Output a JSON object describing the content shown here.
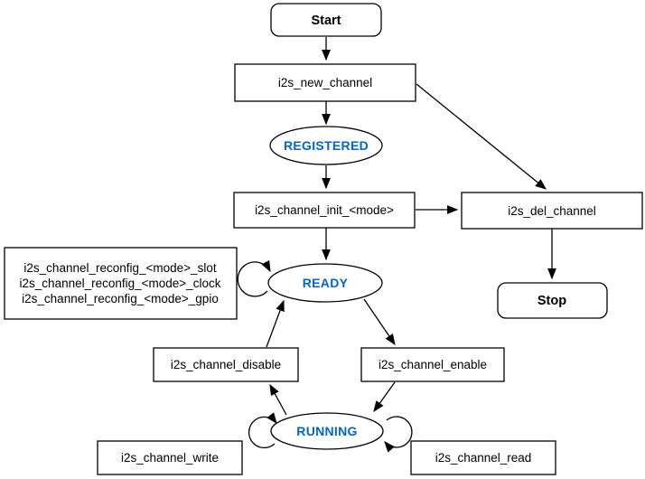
{
  "diagram": {
    "kind": "state-flowchart",
    "colors": {
      "background": "#FFFFFF",
      "node_fill": "#FFFFFF",
      "stroke": "#000000",
      "node_text": "#000000",
      "state_text": "#0066CC"
    },
    "nodes": {
      "start": {
        "label": "Start",
        "shape": "rounded-rect"
      },
      "new_channel": {
        "label": "i2s_new_channel",
        "shape": "rect"
      },
      "registered": {
        "label": "REGISTERED",
        "shape": "ellipse"
      },
      "init": {
        "label": "i2s_channel_init_<mode>",
        "shape": "rect"
      },
      "del": {
        "label": "i2s_del_channel",
        "shape": "rect"
      },
      "stop": {
        "label": "Stop",
        "shape": "rounded-rect"
      },
      "reconfig": {
        "lines": [
          "i2s_channel_reconfig_<mode>_slot",
          "i2s_channel_reconfig_<mode>_clock",
          "i2s_channel_reconfig_<mode>_gpio"
        ],
        "shape": "rect"
      },
      "ready": {
        "label": "READY",
        "shape": "ellipse"
      },
      "disable": {
        "label": "i2s_channel_disable",
        "shape": "rect"
      },
      "enable": {
        "label": "i2s_channel_enable",
        "shape": "rect"
      },
      "running": {
        "label": "RUNNING",
        "shape": "ellipse"
      },
      "write": {
        "label": "i2s_channel_write",
        "shape": "rect"
      },
      "read": {
        "label": "i2s_channel_read",
        "shape": "rect"
      }
    },
    "edges": [
      {
        "from": "start",
        "to": "new_channel"
      },
      {
        "from": "new_channel",
        "to": "registered"
      },
      {
        "from": "registered",
        "to": "init"
      },
      {
        "from": "init",
        "to": "ready"
      },
      {
        "from": "init",
        "to": "del"
      },
      {
        "from": "new_channel",
        "to": "del"
      },
      {
        "from": "del",
        "to": "stop"
      },
      {
        "from": "disable",
        "to": "ready"
      },
      {
        "from": "ready",
        "to": "enable"
      },
      {
        "from": "running",
        "to": "disable"
      },
      {
        "from": "enable",
        "to": "running"
      },
      {
        "from": "ready",
        "to": "ready",
        "type": "self-loop"
      },
      {
        "from": "running",
        "to": "running",
        "type": "self-loop-left"
      },
      {
        "from": "running",
        "to": "running",
        "type": "self-loop-right"
      }
    ]
  }
}
